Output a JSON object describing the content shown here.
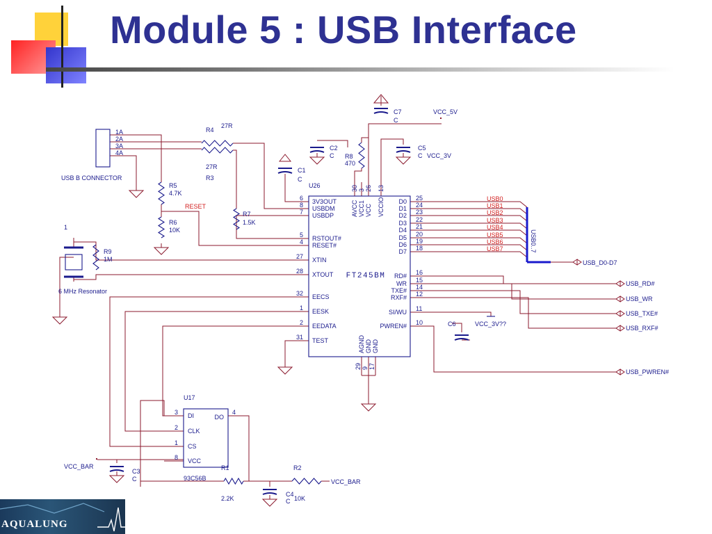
{
  "slide": {
    "title": "Module 5 : USB Interface"
  },
  "logo": {
    "text": "AQUALUNG"
  },
  "colors": {
    "title": "#2e3192",
    "wire": "#8b1a2e",
    "label": "#1a1a8c",
    "net_red": "#d21f1f",
    "bus": "#1a1acc"
  },
  "chip": {
    "name": "FT245BM",
    "ref": "U26",
    "left_pins": [
      {
        "num": "6",
        "name": "3V3OUT"
      },
      {
        "num": "8",
        "name": "USBDM"
      },
      {
        "num": "7",
        "name": "USBDP"
      },
      {
        "num": "5",
        "name": "RSTOUT#"
      },
      {
        "num": "4",
        "name": "RESET#"
      },
      {
        "num": "27",
        "name": "XTIN"
      },
      {
        "num": "28",
        "name": "XTOUT"
      },
      {
        "num": "32",
        "name": "EECS"
      },
      {
        "num": "1",
        "name": "EESK"
      },
      {
        "num": "2",
        "name": "EEDATA"
      },
      {
        "num": "31",
        "name": "TEST"
      }
    ],
    "right_pins": [
      {
        "num": "25",
        "name": "D0"
      },
      {
        "num": "24",
        "name": "D1"
      },
      {
        "num": "23",
        "name": "D2"
      },
      {
        "num": "22",
        "name": "D3"
      },
      {
        "num": "21",
        "name": "D4"
      },
      {
        "num": "20",
        "name": "D5"
      },
      {
        "num": "19",
        "name": "D6"
      },
      {
        "num": "18",
        "name": "D7"
      },
      {
        "num": "16",
        "name": "RD#"
      },
      {
        "num": "15",
        "name": "WR"
      },
      {
        "num": "14",
        "name": "TXE#"
      },
      {
        "num": "12",
        "name": "RXF#"
      },
      {
        "num": "11",
        "name": "SI/WU"
      },
      {
        "num": "10",
        "name": "PWREN#"
      }
    ],
    "top_pins": [
      {
        "num": "30",
        "name": "AVCC"
      },
      {
        "num": "3",
        "name": "VCC1"
      },
      {
        "num": "26",
        "name": "VCC"
      },
      {
        "num": "13",
        "name": "VCCIO"
      }
    ],
    "bottom_pins": [
      {
        "num": "29",
        "name": "AGND"
      },
      {
        "num": "9",
        "name": "GND"
      },
      {
        "num": "17",
        "name": "GND"
      }
    ]
  },
  "usb_nets": [
    "USB0",
    "USB1",
    "USB2",
    "USB3",
    "USB4",
    "USB5",
    "USB6",
    "USB7"
  ],
  "bus": {
    "label": "USB_D0-D7",
    "vertical_label": "USB0..7"
  },
  "outputs": [
    "USB_RD#",
    "USB_WR",
    "USB_TXE#",
    "USB_RXF#",
    "USB_PWREN#"
  ],
  "connector": {
    "pins": [
      "1A",
      "2A",
      "3A",
      "4A"
    ],
    "label": "USB B CONNECTOR"
  },
  "components": {
    "r4": {
      "ref": "R4",
      "value": "27R"
    },
    "r3": {
      "ref": "R3",
      "value": "27R"
    },
    "r5": {
      "ref": "R5",
      "value": "4.7K"
    },
    "r6": {
      "ref": "R6",
      "value": "10K"
    },
    "r7": {
      "ref": "R7",
      "value": "1.5K"
    },
    "r8": {
      "ref": "R8",
      "value": "470"
    },
    "r9": {
      "ref": "R9",
      "value": "1M"
    },
    "c7": {
      "ref": "C7",
      "value": "C"
    },
    "c2": {
      "ref": "C2",
      "value": "C"
    },
    "c5": {
      "ref": "C5",
      "value": "C"
    },
    "c1": {
      "ref": "C1",
      "value": "C"
    },
    "c6": {
      "ref": "C6",
      "value": "VCC_3V??"
    },
    "c3": {
      "ref": "C3",
      "value": "C"
    },
    "c4": {
      "ref": "C4",
      "value": "C"
    },
    "r1": {
      "ref": "R1",
      "value": "2.2K"
    },
    "r2": {
      "ref": "R2",
      "value": "10K"
    }
  },
  "nets": {
    "vcc5": "VCC_5V",
    "vcc3": "VCC_3V",
    "vcc_bar": "VCC_BAR",
    "vcc_bar2": "VCC_BAR",
    "reset": "RESET"
  },
  "resonator": {
    "label": "6 MHz Resonator",
    "pin": "1"
  },
  "eeprom": {
    "ref": "U17",
    "part": "93C56B",
    "pins": [
      {
        "num": "3",
        "name": "DI"
      },
      {
        "num": "2",
        "name": "CLK"
      },
      {
        "num": "1",
        "name": "CS"
      },
      {
        "num": "8",
        "name": "VCC"
      }
    ],
    "out_pin": {
      "num": "4",
      "name": "DO"
    }
  }
}
